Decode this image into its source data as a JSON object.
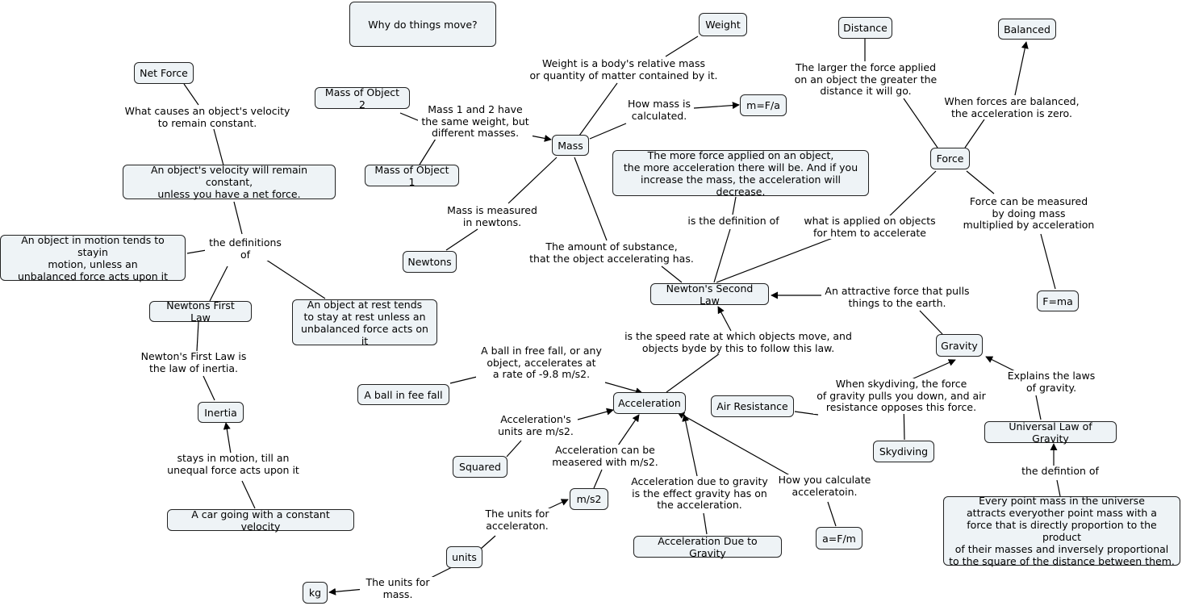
{
  "colors": {
    "node_fill": "#eef3f6",
    "node_border": "#222222",
    "line": "#000000",
    "background": "#ffffff"
  },
  "nodes": {
    "why": "Why do things move?",
    "weight": "Weight",
    "distance": "Distance",
    "balanced": "Balanced",
    "net_force": "Net Force",
    "mass2": "Mass of Object 2",
    "mfa": "m=F/a",
    "mass": "Mass",
    "mass1": "Mass of Object 1",
    "velocity": "An object's velocity will remain constant,\nunless you have a net force.",
    "force": "Force",
    "fdef": "The more force applied on an object,\nthe more acceleration there will be. And if you\nincrease the mass, the acceleration will decrease.",
    "motion": "An object in motion tends to stayin\nmotion, unless an\nunbalanced force acts upon it",
    "newtons": "Newtons",
    "second_law": "Newton's Second Law",
    "fma": "F=ma",
    "first_law": "Newtons First Law",
    "rest": "An object at rest tends\nto stay at rest unless an\nunbalanced force acts on it",
    "gravity": "Gravity",
    "inertia": "Inertia",
    "ballfall": "A ball in fee fall",
    "acceleration": "Acceleration",
    "airres": "Air Resistance",
    "skydiving": "Skydiving",
    "ulg": "Universal Law of Gravity",
    "squared": "Squared",
    "ms2": "m/s2",
    "car": "A car going with a constant velocity",
    "ulg_def": "Every point mass in the universe\nattracts everyother point mass with a\nforce that is directly proportion to the product\nof their masses and inversely proportional\nto the square of the distance between them.",
    "aformula": "a=F/m",
    "adg": "Acceleration Due to Gravity",
    "units": "units",
    "kg": "kg"
  },
  "links": {
    "weight_def": "Weight is a body's relative mass\nor quantity of matter contained by it.",
    "bigger_force": "The larger the force applied\non an object the greater the\ndistance it will go.",
    "balanced_zero": "When forces are balanced,\nthe acceleration is zero.",
    "net_cause": "What causes an object's velocity\nto remain constant.",
    "same_weight": "Mass 1 and 2 have\nthe same weight, but\ndifferent masses.",
    "mass_calc": "How mass is\ncalculated.",
    "is_def": "is the definition of",
    "applied": "what is applied on objects\nfor htem to accelerate",
    "measured_mult": "Force can be measured\nby doing mass\nmultiplied by acceleration",
    "defs_of": "the definitions\nof",
    "mass_newtons": "Mass is measured\nin newtons.",
    "substance": "The amount of substance,\nthat the object accelerating has.",
    "attractive": "An attractive force that pulls\nthings to the earth.",
    "inertia_law": "Newton's First Law is\nthe law of inertia.",
    "speed_rate": "is the speed rate at which objects move, and\nobjects byde by this to follow this law.",
    "freefall": "A ball in free fall, or any\nobject, accelerates at\na rate of -9.8 m/s2.",
    "skydive": "When skydiving, the force\nof gravity pulls you down, and air\nresistance opposes this force.",
    "explains": "Explains the laws\nof gravity.",
    "accel_units": "Acceleration's\nunits are m/s2.",
    "accel_measured": "Acceleration can be\nmeasered with m/s2.",
    "stays": "stays in motion, till an\nunequal force acts upon it",
    "grav_effect": "Acceleration due to gravity\nis the effect gravity has on\nthe acceleration.",
    "how_calc": "How you calculate\nacceleratoin.",
    "definton": "the defintion of",
    "units_accel": "The units for\nacceleraton.",
    "units_mass": "The units for\nmass."
  }
}
